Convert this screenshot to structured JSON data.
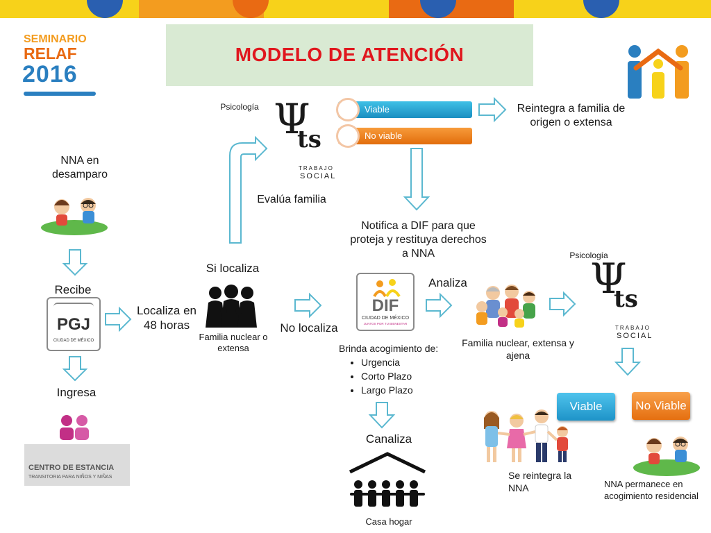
{
  "title": "MODELO DE ATENCIÓN",
  "logo": {
    "seminario": "SEMINARIO",
    "relaf": "RELAF",
    "year": "2016"
  },
  "psychology_top": {
    "label": "Psicología",
    "ts_line1": "TRABAJO",
    "ts_line2": "SOCIAL"
  },
  "psychology_right": {
    "label": "Psicología",
    "ts_line1": "TRABAJO",
    "ts_line2": "SOCIAL"
  },
  "evaluation": {
    "viable": "Viable",
    "no_viable": "No viable"
  },
  "reintegra": "Reintegra a familia de origen o extensa",
  "nna_desamparo": "NNA en desamparo",
  "recibe": "Recibe",
  "pgj": {
    "letters": "PGJ",
    "city": "CIUDAD DE MÉXICO"
  },
  "ingresa": "Ingresa",
  "centro": {
    "line1": "CENTRO DE ESTANCIA",
    "line2": "TRANSITORIA PARA NIÑOS Y NIÑAS"
  },
  "localiza": "Localiza en 48 horas",
  "si_localiza": "Si localiza",
  "evalua_familia": "Evalúa familia",
  "familia_nuclear": "Familia nuclear o extensa",
  "no_localiza": "No localiza",
  "notifica": "Notifica a DIF para que proteja y restituya derechos a NNA",
  "dif": {
    "letters": "DIF",
    "city": "CIUDAD DE MÉXICO",
    "tagline": "JUNTOS POR TU BIENESTAR"
  },
  "analiza": "Analiza",
  "brinda": {
    "heading": "Brinda acogimiento de:",
    "items": [
      "Urgencia",
      "Corto Plazo",
      "Largo Plazo"
    ]
  },
  "canaliza": "Canaliza",
  "casa_hogar": "Casa hogar",
  "familia_ajena": "Familia nuclear, extensa y ajena",
  "decision": {
    "viable": "Viable",
    "no_viable": "No Viable"
  },
  "se_reintegra": "Se reintegra la NNA",
  "permanece": "NNA permanece en acogimiento residencial",
  "colors": {
    "arrow": "#5bb8d0",
    "title_red": "#e0171e",
    "title_bg": "#d9ead3",
    "viable_blue": "#1e93c8",
    "noviable_orange": "#e56f10",
    "top_yellow": "#f7d21a"
  }
}
